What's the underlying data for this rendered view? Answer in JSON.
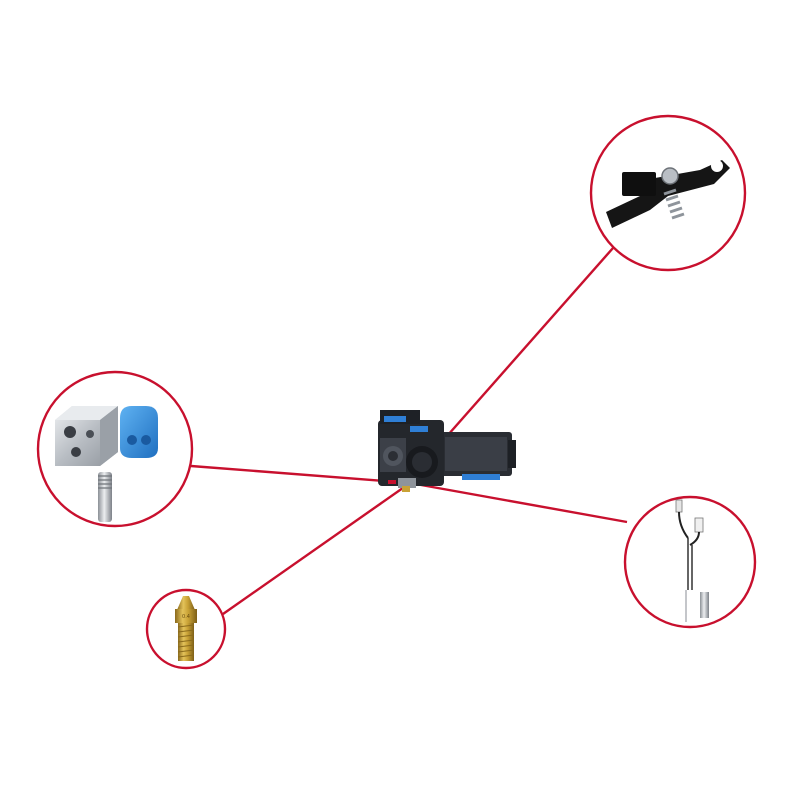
{
  "colors": {
    "background": "#ffffff",
    "callout_red": "#c8102e",
    "extruder_dark": "#2a2d33",
    "extruder_blue": "#2f7fd6",
    "brass": "#c9a236",
    "aluminum": "#c6cacf",
    "silicone_blue": "#2f8fe0",
    "lever_black": "#151515"
  },
  "callouts": [
    {
      "name": "extruder-lever-arm",
      "icon": "lever-spring-icon"
    },
    {
      "name": "heater-block-kit",
      "icon": "heater-block-icon"
    },
    {
      "name": "brass-nozzle",
      "icon": "nozzle-icon",
      "marking": "0.4"
    },
    {
      "name": "heater-cartridge-thermistor",
      "icon": "heater-cartridge-icon"
    }
  ],
  "center_part": {
    "name": "hotend-extruder-assembly",
    "icon": "extruder-assembly-icon"
  }
}
